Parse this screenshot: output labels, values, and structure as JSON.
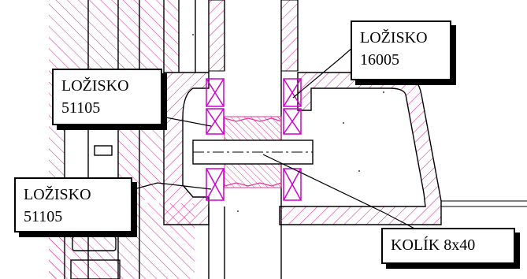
{
  "labels": {
    "bearing_top_right": {
      "line1": "LOŽISKO",
      "line2": "16005"
    },
    "bearing_upper_left": {
      "line1": "LOŽISKO",
      "line2": "51105"
    },
    "bearing_lower_left": {
      "line1": "LOŽISKO",
      "line2": "51105"
    },
    "pin": {
      "line1": "KOLÍK 8x40"
    }
  },
  "colors": {
    "hatch_magenta": "#e0349c",
    "hatch_light": "#f2a7d4",
    "outline": "#000000",
    "bearing_cross": "#d000d0"
  }
}
